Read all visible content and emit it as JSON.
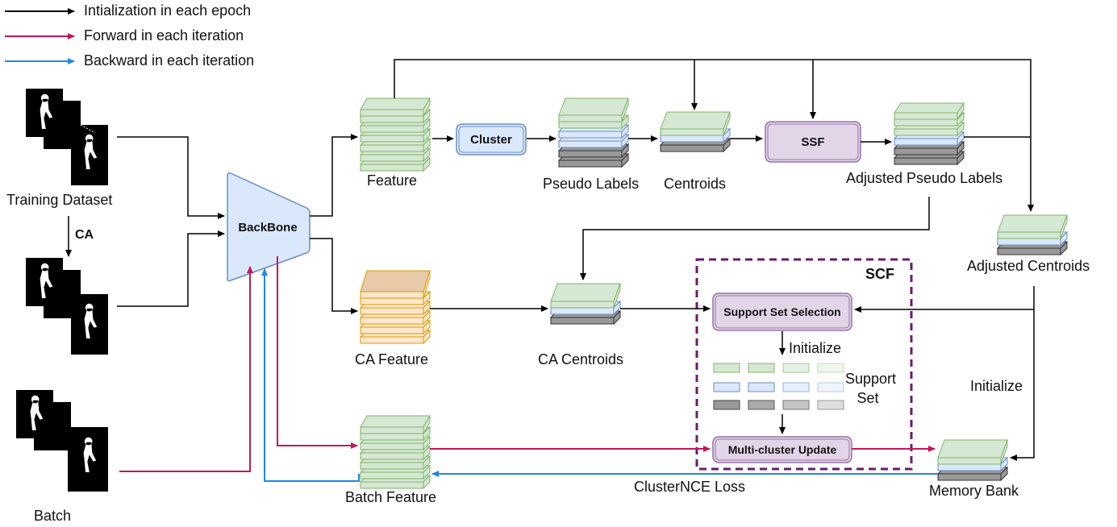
{
  "legend": [
    {
      "label": "Intialization in each epoch",
      "color": "#000000"
    },
    {
      "label": "Forward in each iteration",
      "color": "#c2185b"
    },
    {
      "label": "Backward in each iteration",
      "color": "#1e88e5"
    }
  ],
  "colors": {
    "green_fill": "#d5e8d4",
    "green_stroke": "#82b366",
    "blue_fill": "#dae8fc",
    "blue_stroke": "#6c8ebf",
    "gray_fill": "#999999",
    "gray_stroke": "#333333",
    "orange_fill": "#ffe6cc",
    "orange_stroke": "#d79b00",
    "purple_fill": "#e1d5e7",
    "purple_stroke": "#9673a6",
    "scf_border": "#6a1b6a"
  },
  "icons": [
    "silhouette-frames-icon"
  ],
  "labels": {
    "training_dataset": "Training Dataset",
    "ca": "CA",
    "batch": "Batch",
    "backbone": "BackBone",
    "feature": "Feature",
    "cluster": "Cluster",
    "pseudo_labels": "Pseudo Labels",
    "centroids": "Centroids",
    "ssf": "SSF",
    "adjusted_pseudo_labels": "Adjusted Pseudo Labels",
    "adjusted_centroids": "Adjusted Centroids",
    "ca_feature": "CA Feature",
    "ca_centroids": "CA Centroids",
    "scf": "SCF",
    "support_set_selection": "Support Set Selection",
    "initialize": "Initialize",
    "support_set": "Support Set",
    "multi_cluster_update": "Multi-cluster Update",
    "initialize_right": "Initialize",
    "batch_feature": "Batch Feature",
    "memory_bank": "Memory Bank",
    "clusternce_loss": "ClusterNCE Loss"
  }
}
